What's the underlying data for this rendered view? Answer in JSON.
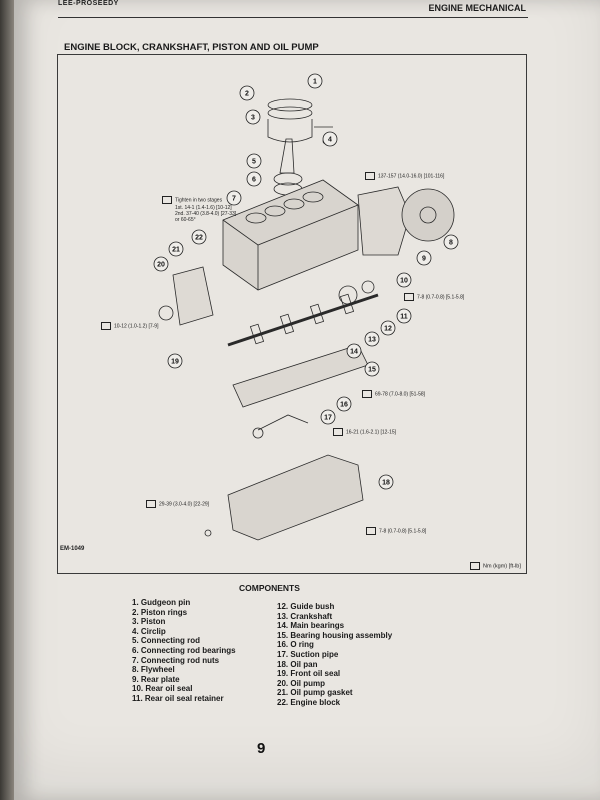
{
  "header": {
    "left": "LEE-PROSEEDY",
    "right": "ENGINE MECHANICAL"
  },
  "section_title": "ENGINE BLOCK, CRANKSHAFT, PISTON AND OIL PUMP",
  "figure_id": "EM-1049",
  "legend_label": "Nm (kgm) [ft-lb]",
  "callout_numbers": [
    "1",
    "2",
    "3",
    "4",
    "5",
    "6",
    "7",
    "8",
    "9",
    "10",
    "11",
    "12",
    "13",
    "14",
    "15",
    "16",
    "17",
    "18",
    "19",
    "20",
    "21",
    "22"
  ],
  "torque_notes": {
    "flywheel": "137-157 (14.0-16.0) [101-116]",
    "head_stages_title": "Tighten in two stages",
    "head_stage1": "1st. 14-1 (1.4-1.6) [10-12]",
    "head_stage2": "2nd. 37-40 (3.8-4.0) [27-33]",
    "head_stage3": "or 60-65°",
    "rear_seal_retainer": "7-8 (0.7-0.8) [5.1-5.8]",
    "oil_pump": "10-12 (1.0-1.2) [7-9]",
    "bearing_housing": "69-78 (7.0-8.0) [51-58]",
    "suction_pipe": "16-21 (1.6-2.1) [12-15]",
    "oil_pan_bolt": "7-8 (0.7-0.8) [5.1-5.8]",
    "drain_plug": "29-39 (3.0-4.0) [22-29]"
  },
  "components_title": "COMPONENTS",
  "components_left": [
    "1.  Gudgeon pin",
    "2.  Piston rings",
    "3.  Piston",
    "4.  Circlip",
    "5.  Connecting rod",
    "6.  Connecting rod bearings",
    "7.  Connecting rod nuts",
    "8.  Flywheel",
    "9.  Rear plate",
    "10.  Rear oil seal",
    "11.  Rear oil seal retainer"
  ],
  "components_right": [
    "12.  Guide bush",
    "13.  Crankshaft",
    "14.  Main bearings",
    "15.  Bearing housing assembly",
    "16.  O ring",
    "17.  Suction pipe",
    "18.  Oil pan",
    "19.  Front oil seal",
    "20.  Oil pump",
    "21.  Oil pump gasket",
    "22.  Engine block"
  ],
  "page_number": "9"
}
